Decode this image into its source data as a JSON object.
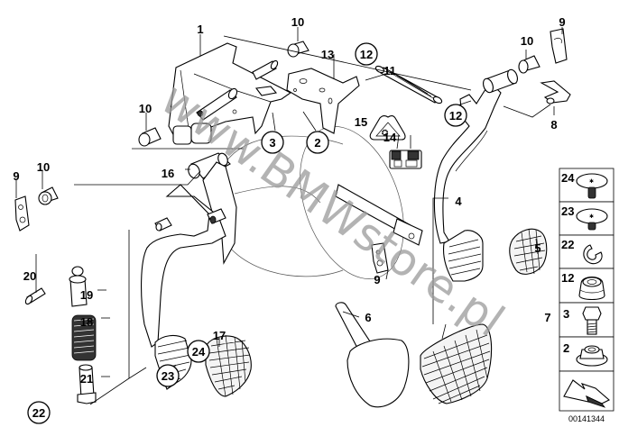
{
  "diagram": {
    "title": "Pedal assembly parts diagram",
    "diagram_id": "00141344",
    "watermark": "www.BMWstore.pl",
    "callouts": [
      {
        "num": "1",
        "circled": false
      },
      {
        "num": "2",
        "circled": true
      },
      {
        "num": "3",
        "circled": true
      },
      {
        "num": "4",
        "circled": false
      },
      {
        "num": "5",
        "circled": false
      },
      {
        "num": "6",
        "circled": false
      },
      {
        "num": "7",
        "circled": false
      },
      {
        "num": "8",
        "circled": false
      },
      {
        "num": "9",
        "circled": false
      },
      {
        "num": "9",
        "circled": false
      },
      {
        "num": "9",
        "circled": false
      },
      {
        "num": "10",
        "circled": false
      },
      {
        "num": "10",
        "circled": false
      },
      {
        "num": "10",
        "circled": false
      },
      {
        "num": "10",
        "circled": false
      },
      {
        "num": "11",
        "circled": false
      },
      {
        "num": "12",
        "circled": true
      },
      {
        "num": "12",
        "circled": true
      },
      {
        "num": "13",
        "circled": false
      },
      {
        "num": "14",
        "circled": false
      },
      {
        "num": "15",
        "circled": false
      },
      {
        "num": "16",
        "circled": false
      },
      {
        "num": "17",
        "circled": false
      },
      {
        "num": "18",
        "circled": false
      },
      {
        "num": "19",
        "circled": false
      },
      {
        "num": "20",
        "circled": false
      },
      {
        "num": "21",
        "circled": false
      },
      {
        "num": "22",
        "circled": true
      },
      {
        "num": "23",
        "circled": true
      },
      {
        "num": "24",
        "circled": true
      }
    ],
    "legend": [
      {
        "num": "24",
        "part": "clip-rivet-icon"
      },
      {
        "num": "23",
        "part": "clip-rivet-icon"
      },
      {
        "num": "22",
        "part": "retaining-ring-icon"
      },
      {
        "num": "12",
        "part": "rubber-bushing-icon"
      },
      {
        "num": "3",
        "part": "hex-bolt-icon"
      },
      {
        "num": "2",
        "part": "hex-flange-nut-icon"
      },
      {
        "num": "",
        "part": "direction-arrow-icon"
      }
    ]
  }
}
